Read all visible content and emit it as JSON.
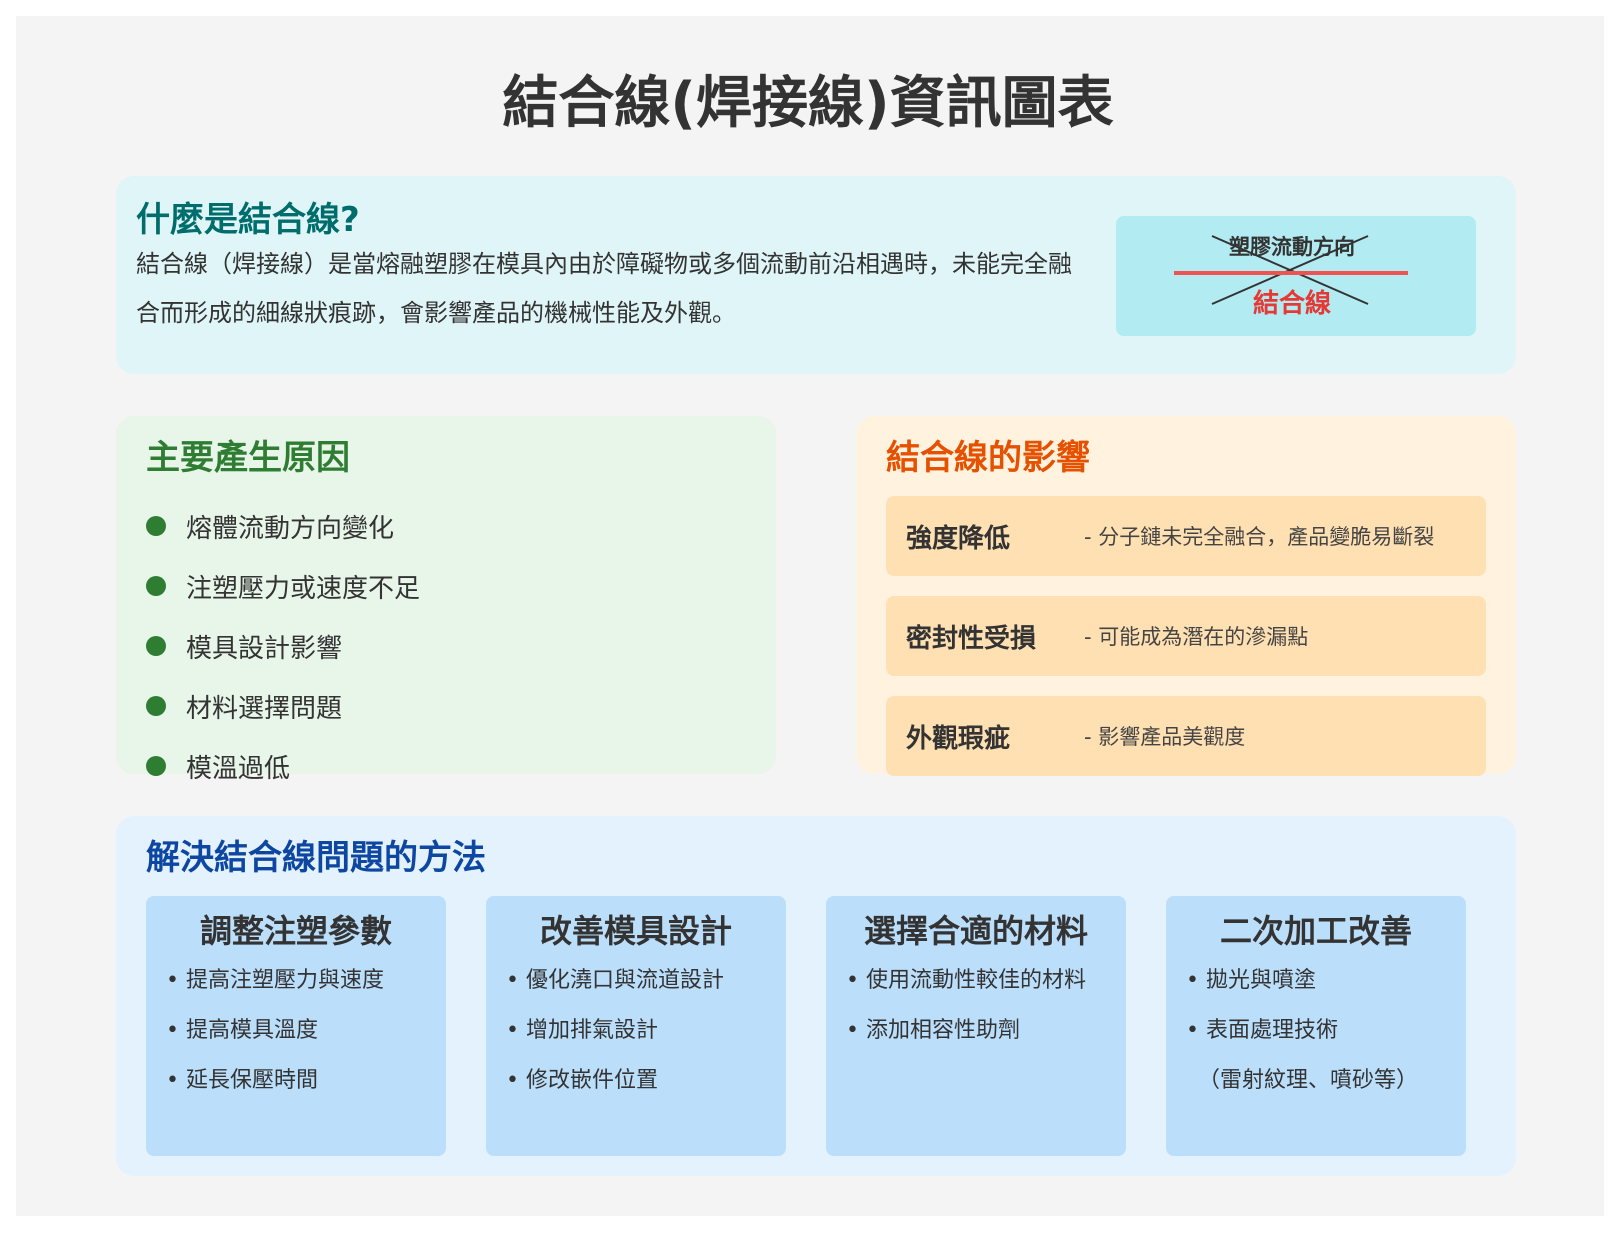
{
  "title": "結合線(焊接線)資訊圖表",
  "definition": {
    "heading": "什麼是結合線?",
    "body": "結合線（焊接線）是當熔融塑膠在模具內由於障礙物或多個流動前沿相遇時，未能完全融合而形成的細線狀痕跡，會影響產品的機械性能及外觀。",
    "illustration": {
      "flow_label": "塑膠流動方向",
      "weld_label": "結合線"
    }
  },
  "causes": {
    "heading": "主要產生原因",
    "items": [
      "熔體流動方向變化",
      "注塑壓力或速度不足",
      "模具設計影響",
      "材料選擇問題",
      "模溫過低"
    ]
  },
  "effects": {
    "heading": "結合線的影響",
    "items": [
      {
        "name": "強度降低",
        "desc": "- 分子鏈未完全融合，產品變脆易斷裂"
      },
      {
        "name": "密封性受損",
        "desc": "- 可能成為潛在的滲漏點"
      },
      {
        "name": "外觀瑕疵",
        "desc": "- 影響產品美觀度"
      }
    ]
  },
  "solutions": {
    "heading": "解決結合線問題的方法",
    "cards": [
      {
        "title": "調整注塑參數",
        "items": [
          "• 提高注塑壓力與速度",
          "• 提高模具溫度",
          "• 延長保壓時間"
        ]
      },
      {
        "title": "改善模具設計",
        "items": [
          "• 優化澆口與流道設計",
          "• 增加排氣設計",
          "• 修改嵌件位置"
        ]
      },
      {
        "title": "選擇合適的材料",
        "items": [
          "• 使用流動性較佳的材料",
          "• 添加相容性助劑"
        ]
      },
      {
        "title": "二次加工改善",
        "items": [
          "• 拋光與噴塗",
          "• 表面處理技術",
          "（雷射紋理、噴砂等）"
        ]
      }
    ]
  },
  "colors": {
    "definition_bg": "#dff5f7",
    "definition_heading": "#006d6d",
    "causes_bg": "#e8f5e9",
    "causes_accent": "#2e7d32",
    "effects_bg": "#fff3e0",
    "effects_accent": "#e65100",
    "solutions_bg": "#e3f2fd",
    "solutions_accent": "#0d47a1",
    "weld_line": "#ef5350"
  }
}
